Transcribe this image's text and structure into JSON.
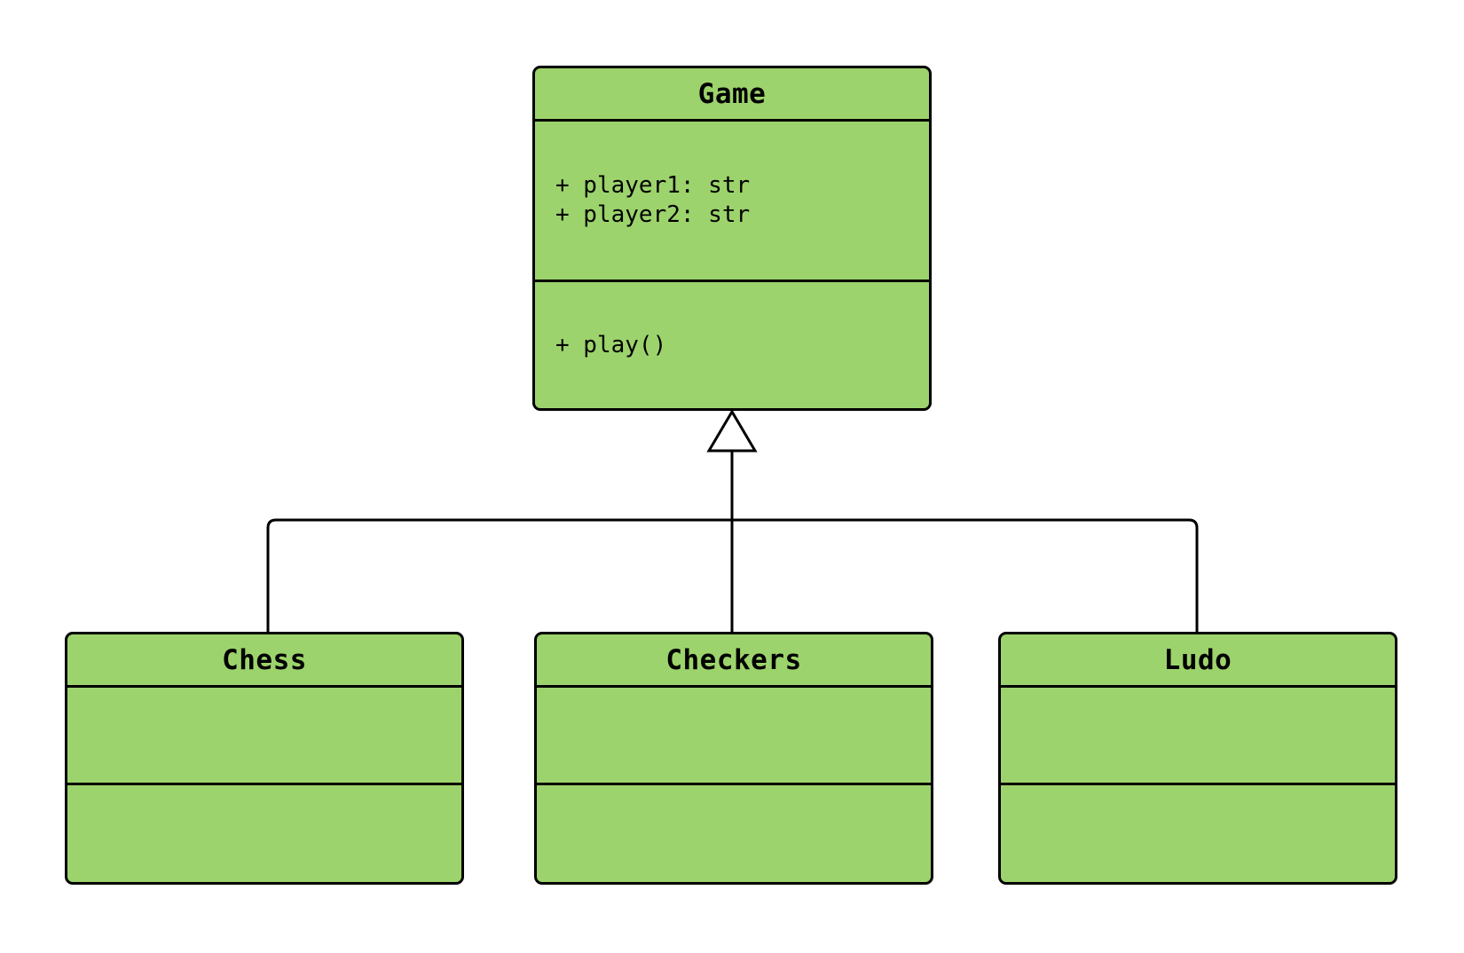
{
  "diagram": {
    "type": "uml-class-diagram",
    "relationship": "inheritance",
    "parent_class": {
      "name": "Game",
      "attributes": [
        "+ player1: str",
        "+ player2: str"
      ],
      "methods": [
        "+ play()"
      ]
    },
    "child_classes": [
      {
        "name": "Chess",
        "attributes": [],
        "methods": []
      },
      {
        "name": "Checkers",
        "attributes": [],
        "methods": []
      },
      {
        "name": "Ludo",
        "attributes": [],
        "methods": []
      }
    ],
    "colors": {
      "node_fill": "#9dd36c",
      "node_stroke": "#000000",
      "text": "#000000",
      "background": "#ffffff",
      "arrowhead_fill": "#ffffff"
    }
  }
}
